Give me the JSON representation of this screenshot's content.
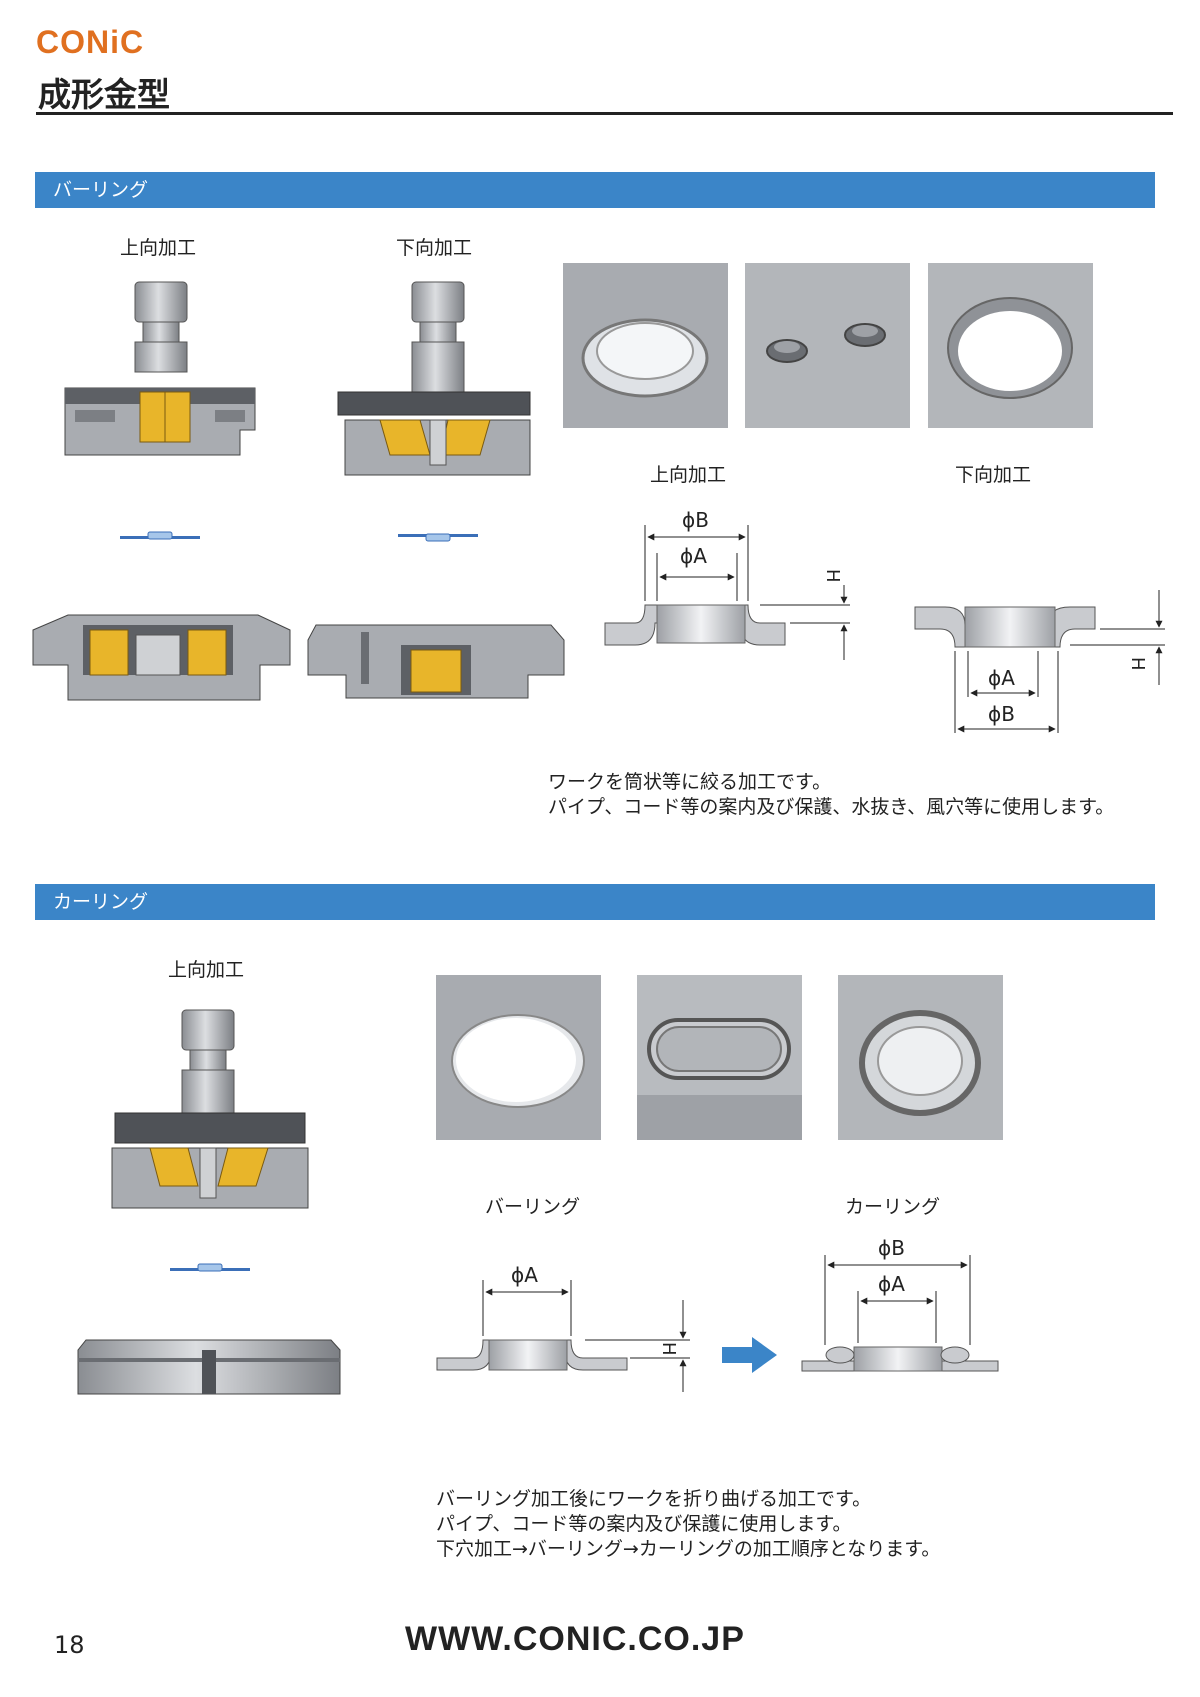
{
  "header": {
    "brand": "CONiC",
    "title": "成形金型"
  },
  "burring": {
    "section_label": "バーリング",
    "die_labels": [
      "上向加工",
      "下向加工"
    ],
    "photo_captions": [
      "上向加工",
      "下向加工"
    ],
    "dim_labels": {
      "phi_b": "ϕB",
      "phi_a": "ϕA",
      "h": "H"
    },
    "description": "ワークを筒状等に絞る加工です。\nパイプ、コード等の案内及び保護、水抜き、風穴等に使用します。"
  },
  "curling": {
    "section_label": "カーリング",
    "die_label": "上向加工",
    "stage_captions": [
      "バーリング",
      "カーリング"
    ],
    "dim_labels": {
      "phi_b": "ϕB",
      "phi_a": "ϕA",
      "h": "H"
    },
    "description": "バーリング加工後にワークを折り曲げる加工です。\nパイプ、コード等の案内及び保護に使用します。\n下穴加工→バーリング→カーリングの加工順序となります。"
  },
  "footer": {
    "url": "WWW.CONIC.CO.JP",
    "page_number": "18"
  },
  "colors": {
    "brand": "#e07020",
    "band": "#3b85c8",
    "steel": "#a9acb1",
    "gold": "#e8b52a",
    "arrow": "#3b85c8"
  }
}
